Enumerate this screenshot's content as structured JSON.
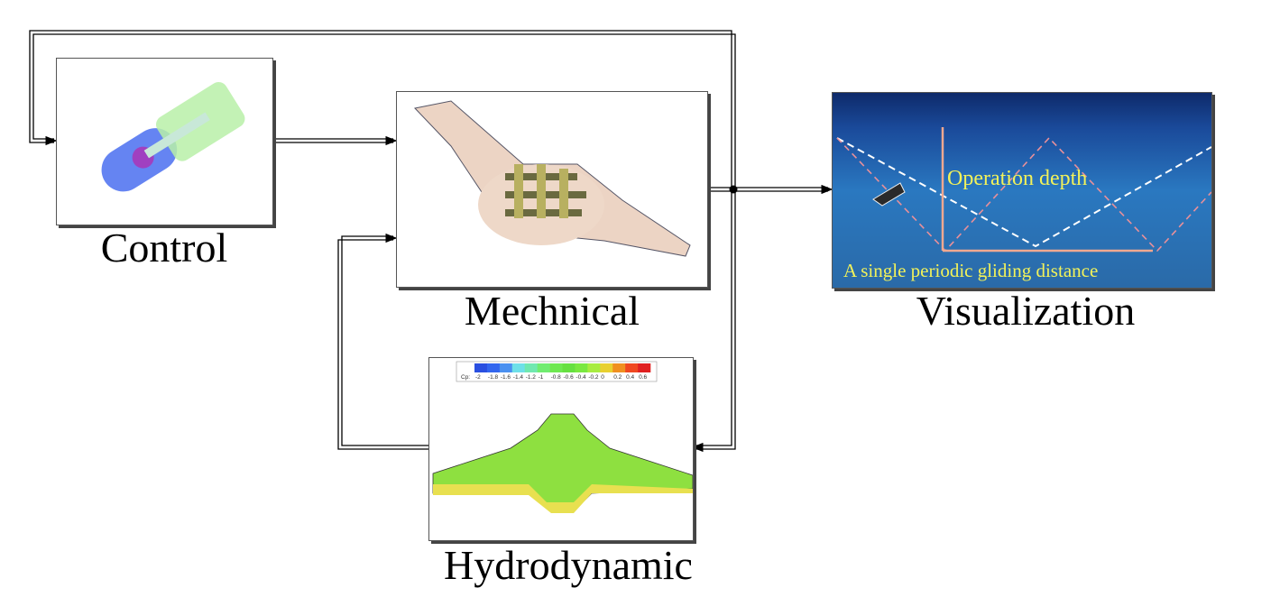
{
  "blocks": {
    "control": {
      "label": "Control"
    },
    "mechanical": {
      "label": "Mechnical"
    },
    "hydrodynamic": {
      "label": "Hydrodynamic"
    },
    "visualization": {
      "label": "Visualization"
    }
  },
  "visualization_annotations": {
    "depth": "Operation depth",
    "distance": "A single periodic gliding distance"
  },
  "colorbar": {
    "title": "Cp:",
    "ticks": [
      "-2",
      "-1.8",
      "-1.6",
      "-1.4",
      "-1.2",
      "-1",
      "-0.8",
      "-0.6",
      "-0.4",
      "-0.2",
      "0",
      "0.2",
      "0.4",
      "0.6"
    ],
    "colors": [
      "#2a4fe0",
      "#3366ee",
      "#4a90f0",
      "#6ee0e8",
      "#70e8b0",
      "#70ec70",
      "#6ee850",
      "#66e040",
      "#7ae840",
      "#a8ec40",
      "#e8d030",
      "#f09020",
      "#f04820",
      "#e02020"
    ]
  },
  "colors": {
    "line": "#000000",
    "ocean_top": "#1a3c8a",
    "ocean": "#2a6fb8"
  }
}
